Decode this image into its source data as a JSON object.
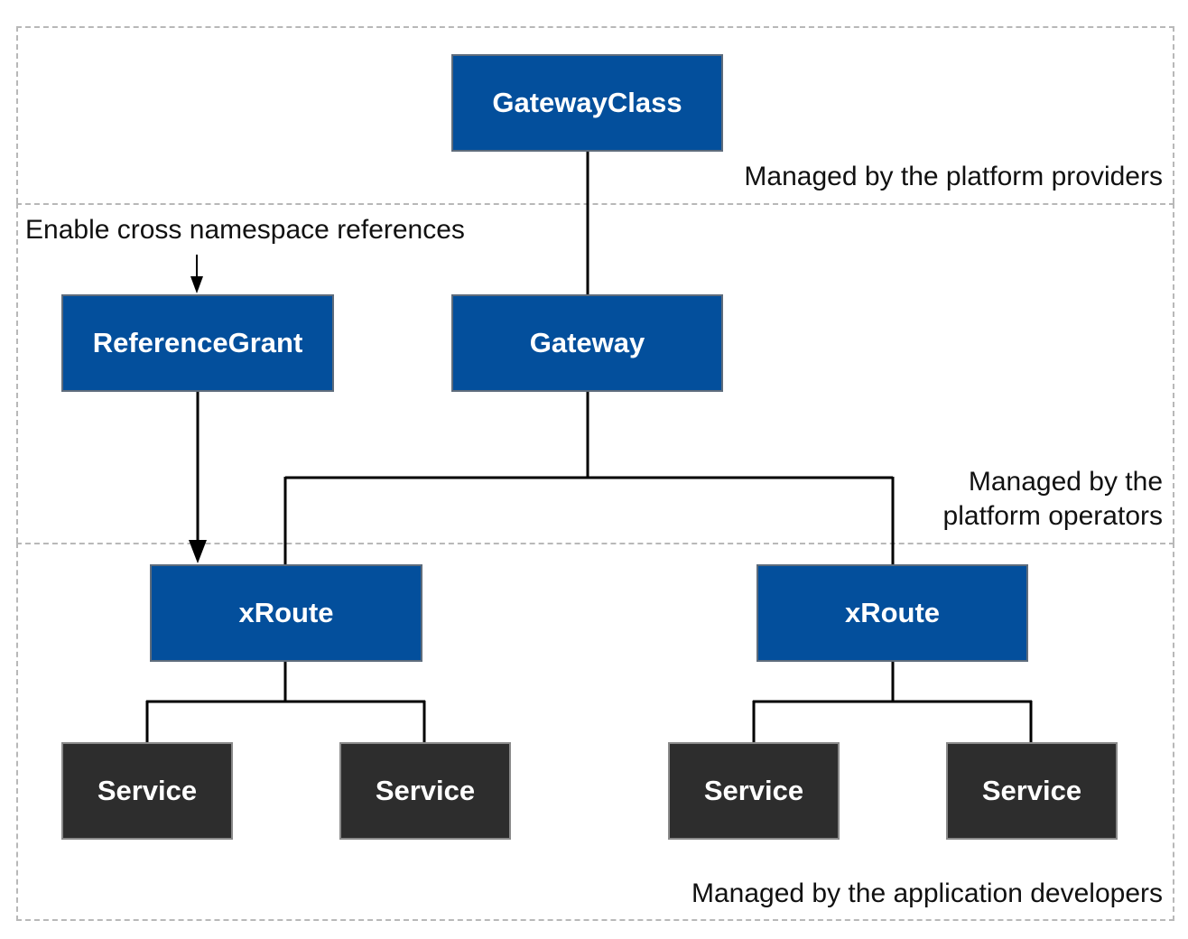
{
  "zones": {
    "providers_label": "Managed by the platform providers",
    "operators_label_line1": "Managed by the",
    "operators_label_line2": "platform operators",
    "developers_label": "Managed by the application developers"
  },
  "annotation": {
    "cross_namespace_label": "Enable cross namespace references"
  },
  "nodes": {
    "gateway_class": "GatewayClass",
    "reference_grant": "ReferenceGrant",
    "gateway": "Gateway",
    "xroute_left": "xRoute",
    "xroute_right": "xRoute",
    "service_1": "Service",
    "service_2": "Service",
    "service_3": "Service",
    "service_4": "Service"
  },
  "colors": {
    "resource_blue": "#034f9c",
    "service_dark": "#2d2d2d",
    "zone_border": "#b8b8b8",
    "line": "#000000"
  }
}
